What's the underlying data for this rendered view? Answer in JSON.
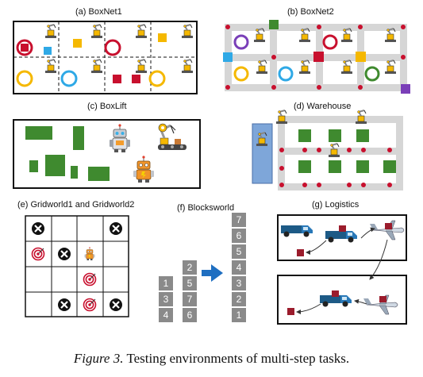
{
  "panels": {
    "a": "(a) BoxNet1",
    "b": "(b) BoxNet2",
    "c": "(c) BoxLift",
    "d": "(d) Warehouse",
    "e": "(e) Gridworld1 and Gridworld2",
    "f": "(f) Blocksworld",
    "g": "(g) Logistics"
  },
  "blocksworld": {
    "stack_left": [
      "1",
      "3",
      "4"
    ],
    "stack_mid": [
      "2",
      "5",
      "7",
      "6"
    ],
    "stack_goal": [
      "7",
      "6",
      "5",
      "4",
      "3",
      "2",
      "1"
    ]
  },
  "caption": {
    "figure": "Figure 3.",
    "text": "Testing environments of multi-step tasks."
  },
  "colors": {
    "red": "#c8102e",
    "yellow": "#f5b800",
    "blue": "#2fa9e6",
    "green": "#3f8a2f",
    "purple": "#7a3fb8",
    "road": "#d6d6d6",
    "warehouse_blue": "#7ea6d9",
    "block": "#8a8a8a",
    "arrow": "#1f6fc1"
  },
  "icons": {
    "robot_arm": "robot-arm-icon",
    "robot": "robot-icon",
    "target": "target-icon",
    "obstacle": "x-obstacle-icon",
    "truck": "truck-icon",
    "airplane": "airplane-icon"
  }
}
